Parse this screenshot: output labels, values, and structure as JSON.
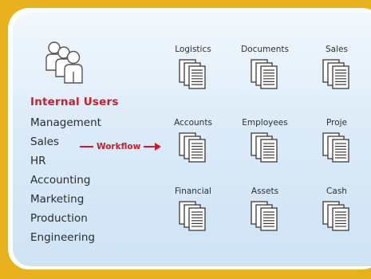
{
  "users_panel": {
    "icon": "users-group-icon",
    "title": "Internal Users",
    "departments": [
      "Management",
      "Sales",
      "HR",
      "Accounting",
      "Marketing",
      "Production",
      "Engineering"
    ]
  },
  "workflow_label": "Workflow",
  "modules": [
    {
      "label": "Logistics",
      "icon": "documents-icon"
    },
    {
      "label": "Documents",
      "icon": "documents-icon"
    },
    {
      "label": "Sales",
      "icon": "documents-icon"
    },
    {
      "label": "Accounts",
      "icon": "documents-icon"
    },
    {
      "label": "Employees",
      "icon": "documents-icon"
    },
    {
      "label": "Proje",
      "icon": "documents-icon"
    },
    {
      "label": "Financial",
      "icon": "documents-icon"
    },
    {
      "label": "Assets",
      "icon": "documents-icon"
    },
    {
      "label": "Cash",
      "icon": "documents-icon"
    }
  ],
  "colors": {
    "frame_outer": "#e7b21e",
    "accent_red": "#c61e2f",
    "panel_blue": "#dcebf8"
  }
}
